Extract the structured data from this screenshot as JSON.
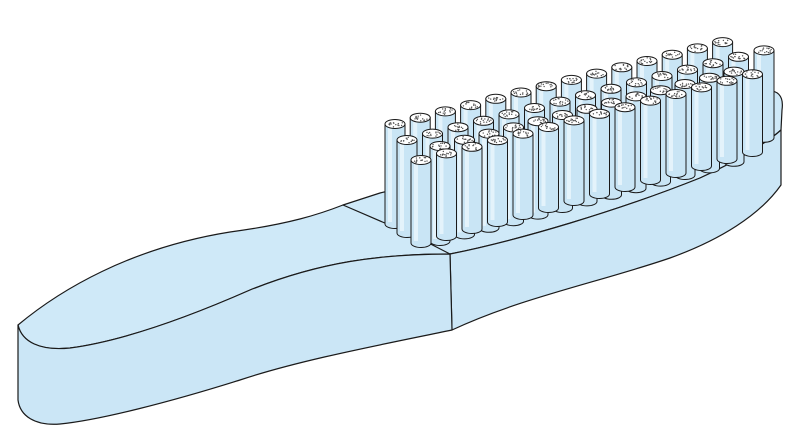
{
  "colors": {
    "body_fill": "#cfe9f8",
    "body_side_fill": "#cbe6f6",
    "bristle_fill": "#c9e5f5",
    "bristle_highlight": "#e4f3fb",
    "bristle_tip_fill": "#ffffff",
    "tip_dot": "#555555",
    "outline": "#1a1a1a",
    "background": "#ffffff"
  },
  "illustration": {
    "subject": "brush-with-bristle-tufts",
    "bristle_rows": 4,
    "bristles_per_row": [
      14,
      15,
      16,
      13
    ]
  }
}
